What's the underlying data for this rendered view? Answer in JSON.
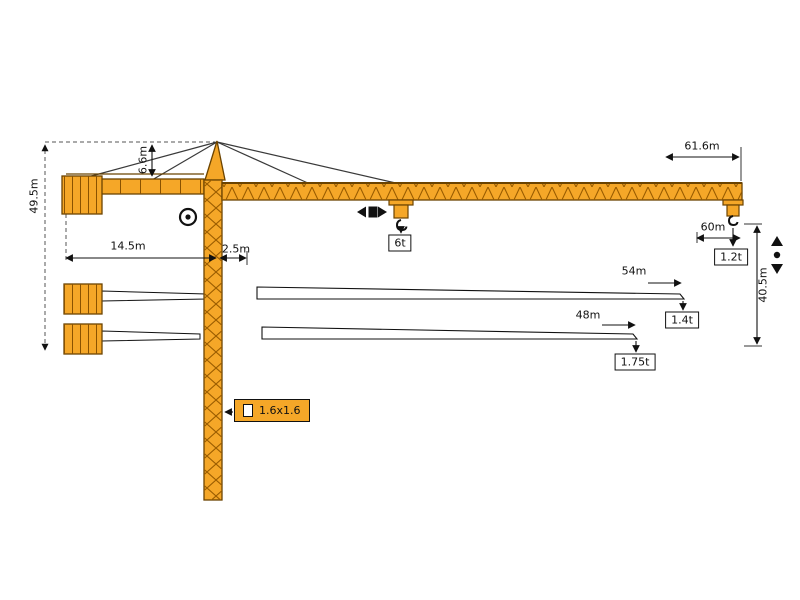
{
  "diagram_title": "tower-crane-dimension-and-load-diagram",
  "dims": {
    "total_height": "49.5m",
    "top_tower": "6.6m",
    "counter_jib": "14.5m",
    "rear_offset": "2.5m",
    "jib_length": "61.6m",
    "radius_60": "60m",
    "hook_height": "40.5m",
    "jib_54": "54m",
    "jib_48": "48m",
    "mast_section": "1.6x1.6"
  },
  "loads": {
    "max": "6t",
    "tip_60": "1.2t",
    "tip_54": "1.4t",
    "tip_48": "1.75t"
  },
  "colors": {
    "crane": "#F5A728",
    "lattice": "#9a5c00",
    "outline": "#6b4300",
    "line": "#111111"
  }
}
